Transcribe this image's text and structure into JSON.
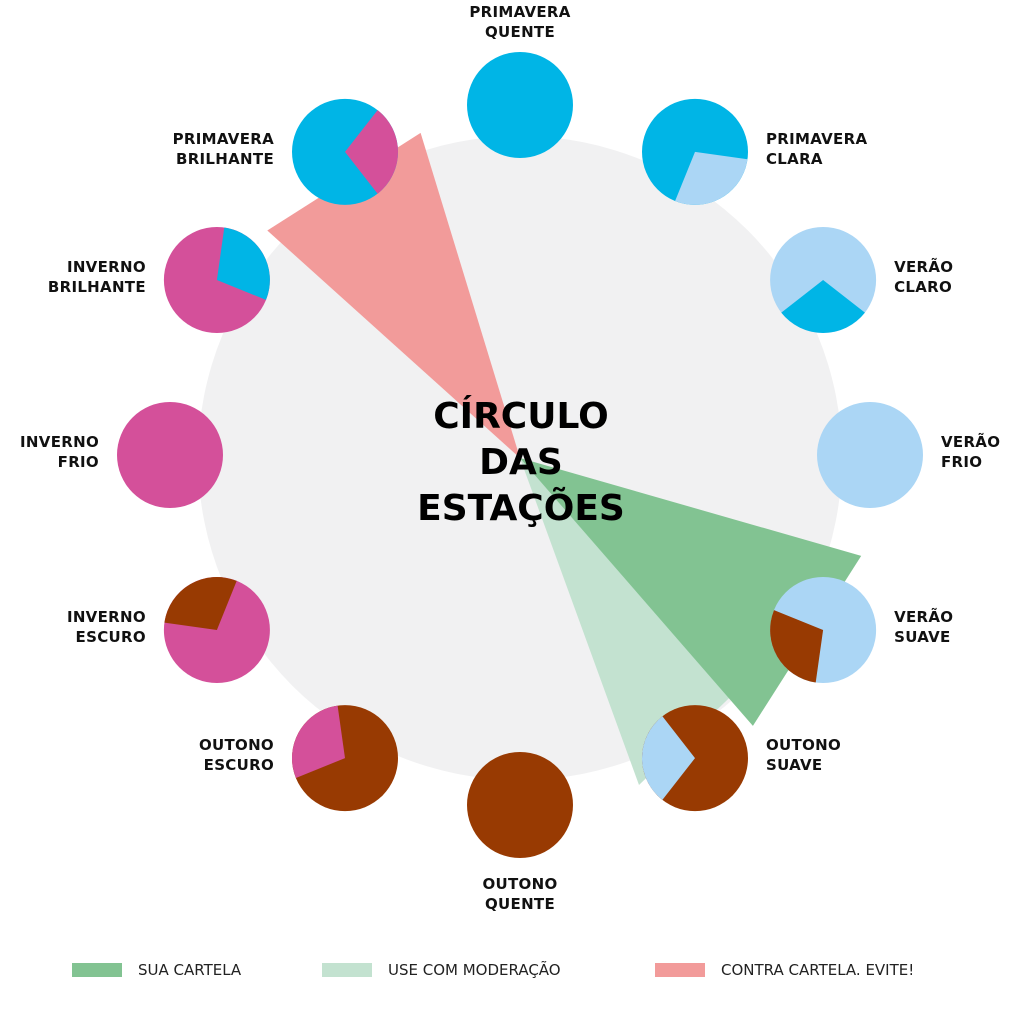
{
  "title_lines": [
    "CÍRCULO",
    "DAS",
    "ESTAÇÕES"
  ],
  "colors": {
    "background_circle": "#f1f1f2",
    "primavera": "#00b5e6",
    "verao": "#abd6f5",
    "outono": "#983a02",
    "inverno": "#d4509a",
    "sua_cartela": "#82c392",
    "moderacao": "#c3e2d0",
    "contra": "#f29b9a"
  },
  "seasons": [
    {
      "id": "primavera-quente",
      "lines": [
        "PRIMAVERA",
        "QUENTE"
      ],
      "main": "primavera",
      "accent": null
    },
    {
      "id": "primavera-clara",
      "lines": [
        "PRIMAVERA",
        "CLARA"
      ],
      "main": "primavera",
      "accent": "verao"
    },
    {
      "id": "verao-claro",
      "lines": [
        "VERÃO",
        "CLARO"
      ],
      "main": "verao",
      "accent": "primavera"
    },
    {
      "id": "verao-frio",
      "lines": [
        "VERÃO",
        "FRIO"
      ],
      "main": "verao",
      "accent": null
    },
    {
      "id": "verao-suave",
      "lines": [
        "VERÃO",
        "SUAVE"
      ],
      "main": "verao",
      "accent": "outono"
    },
    {
      "id": "outono-suave",
      "lines": [
        "OUTONO",
        "SUAVE"
      ],
      "main": "outono",
      "accent": "verao"
    },
    {
      "id": "outono-quente",
      "lines": [
        "OUTONO",
        "QUENTE"
      ],
      "main": "outono",
      "accent": null
    },
    {
      "id": "outono-escuro",
      "lines": [
        "OUTONO",
        "ESCURO"
      ],
      "main": "outono",
      "accent": "inverno"
    },
    {
      "id": "inverno-escuro",
      "lines": [
        "INVERNO",
        "ESCURO"
      ],
      "main": "inverno",
      "accent": "outono"
    },
    {
      "id": "inverno-frio",
      "lines": [
        "INVERNO",
        "FRIO"
      ],
      "main": "inverno",
      "accent": null
    },
    {
      "id": "inverno-brilhante",
      "lines": [
        "INVERNO",
        "BRILHANTE"
      ],
      "main": "inverno",
      "accent": "primavera"
    },
    {
      "id": "primavera-brilhante",
      "lines": [
        "PRIMAVERA",
        "BRILHANTE"
      ],
      "main": "primavera",
      "accent": "inverno"
    }
  ],
  "legend": [
    {
      "id": "sua-cartela",
      "label": "SUA CARTELA",
      "color": "sua_cartela"
    },
    {
      "id": "moderacao",
      "label": "USE COM MODERAÇÃO",
      "color": "moderacao"
    },
    {
      "id": "contra",
      "label": "CONTRA CARTELA. EVITE!",
      "color": "contra"
    }
  ]
}
